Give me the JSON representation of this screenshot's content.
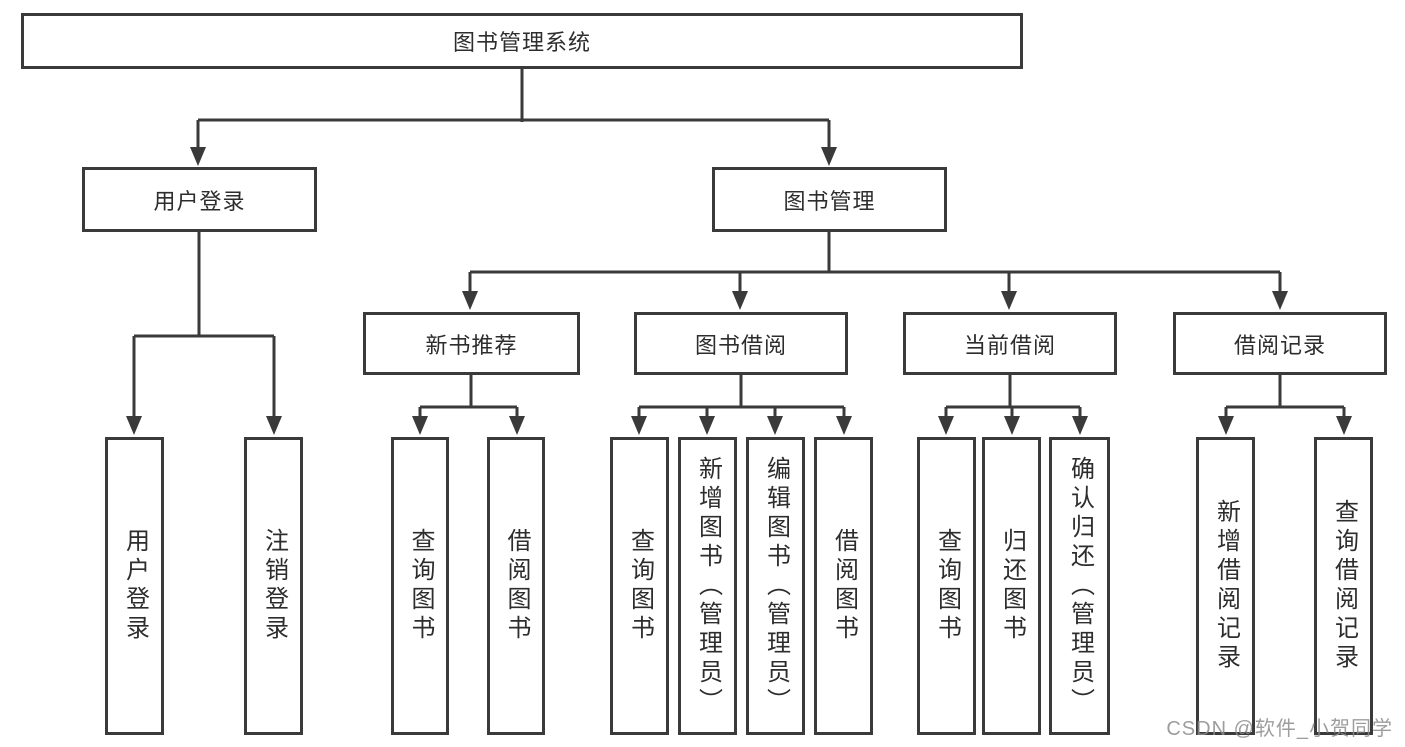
{
  "diagram_title": "图书管理系统",
  "nodes": {
    "root": {
      "label": "图书管理系统"
    },
    "branches": [
      {
        "label": "用户登录",
        "children": [
          {
            "label": "用户登录"
          },
          {
            "label": "注销登录"
          }
        ]
      },
      {
        "label": "图书管理",
        "children": [
          {
            "label": "新书推荐",
            "children": [
              {
                "label": "查询图书"
              },
              {
                "label": "借阅图书"
              }
            ]
          },
          {
            "label": "图书借阅",
            "children": [
              {
                "label": "查询图书"
              },
              {
                "label": "新增图书（管理员）"
              },
              {
                "label": "编辑图书（管理员）"
              },
              {
                "label": "借阅图书"
              }
            ]
          },
          {
            "label": "当前借阅",
            "children": [
              {
                "label": "查询图书"
              },
              {
                "label": "归还图书"
              },
              {
                "label": "确认归还（管理员）"
              }
            ]
          },
          {
            "label": "借阅记录",
            "children": [
              {
                "label": "新增借阅记录"
              },
              {
                "label": "查询借阅记录"
              }
            ]
          }
        ]
      }
    ]
  },
  "watermark": {
    "text": "CSDN @软件_小贺同学"
  },
  "colors": {
    "line": "#3a3a3a",
    "text": "#2d2d2d",
    "watermark": "#8c8c8c",
    "node_background": "#ffffff",
    "page_background": "#ffffff"
  }
}
